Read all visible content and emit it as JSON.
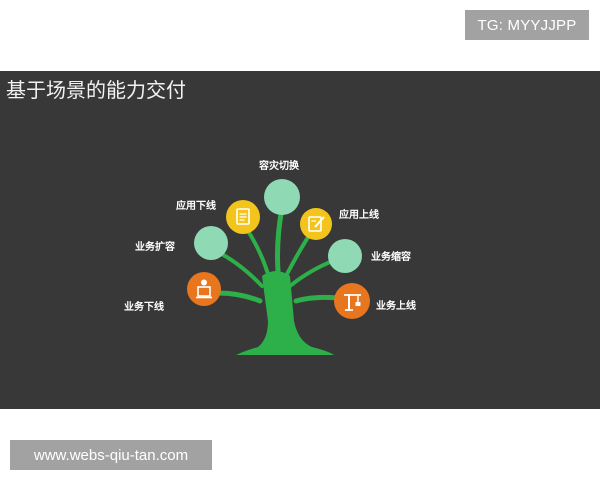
{
  "watermark": {
    "tag": "TG: MYYJJPP",
    "url": "www.webs-qiu-tan.com"
  },
  "slide": {
    "title": "基于场景的能力交付",
    "nodes": [
      {
        "label": "容灾切换",
        "color": "green",
        "icon": ""
      },
      {
        "label": "应用下线",
        "color": "yellow",
        "icon": "document-icon"
      },
      {
        "label": "应用上线",
        "color": "yellow",
        "icon": "edit-document-icon"
      },
      {
        "label": "业务扩容",
        "color": "green",
        "icon": ""
      },
      {
        "label": "业务缩容",
        "color": "green",
        "icon": ""
      },
      {
        "label": "业务下线",
        "color": "orange",
        "icon": "person-podium-icon"
      },
      {
        "label": "业务上线",
        "color": "orange",
        "icon": "crane-icon"
      }
    ]
  },
  "colors": {
    "slide_bg": "#383838",
    "trunk": "#2daf4a",
    "green_node": "#8fd9b5",
    "yellow_node": "#f3c51c",
    "orange_node": "#e8761f",
    "watermark_bg": "#a2a2a2"
  }
}
